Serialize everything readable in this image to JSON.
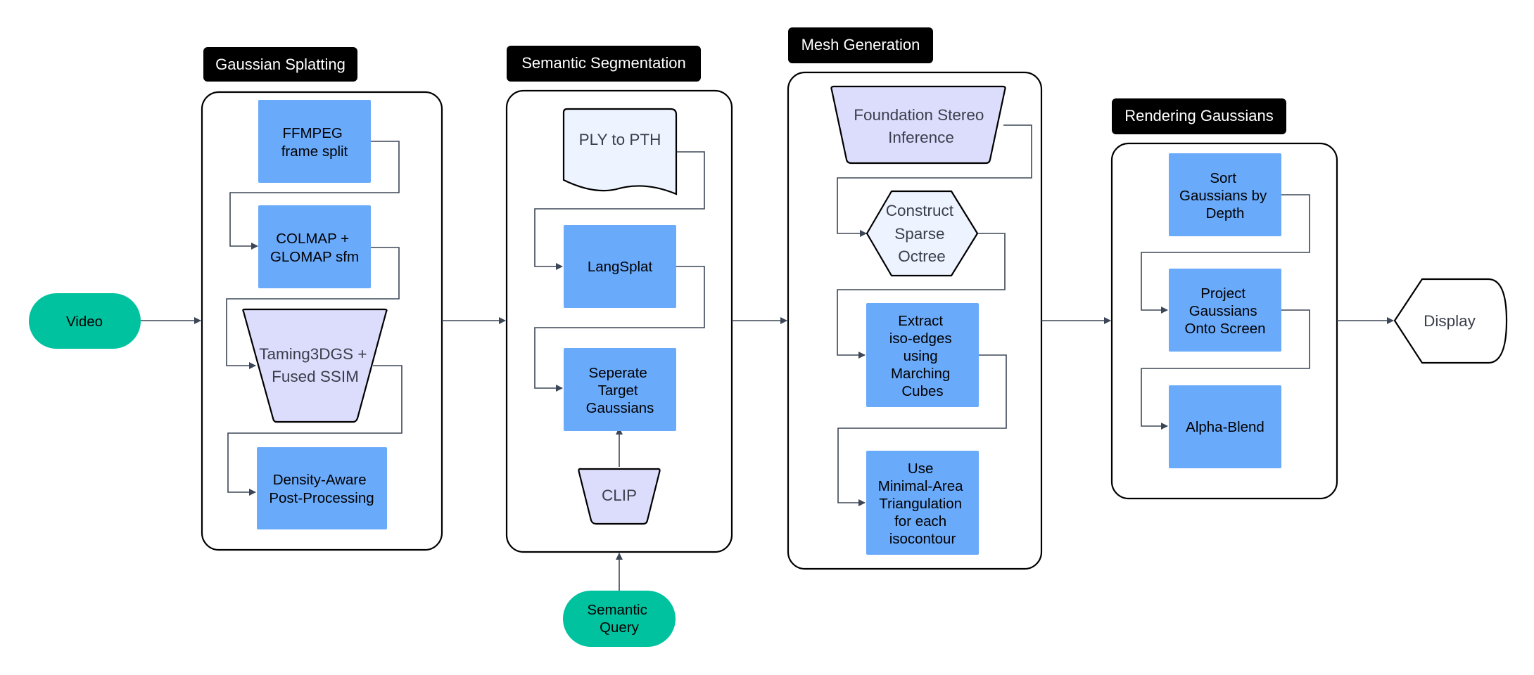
{
  "colors": {
    "blue_box": "#6aaafb",
    "lavender_shape": "#dcdcfc",
    "light_blue_shape": "#edf4ff",
    "teal_terminal": "#00c29f",
    "header_bg": "#000000",
    "edge": "#3c4656"
  },
  "input": {
    "video": "Video",
    "semantic_query": [
      "Semantic",
      "Query"
    ]
  },
  "output": {
    "display": "Display"
  },
  "stages": {
    "gaussian_splatting": {
      "title": "Gaussian Splatting",
      "ffmpeg": [
        "FFMPEG",
        "frame split"
      ],
      "colmap": [
        "COLMAP +",
        "GLOMAP sfm"
      ],
      "taming": [
        "Taming3DGS +",
        "Fused SSIM"
      ],
      "density": [
        "Density-Aware",
        "Post-Processing"
      ]
    },
    "semantic_segmentation": {
      "title": "Semantic Segmentation",
      "ply": [
        "PLY to PTH"
      ],
      "langsplat": [
        "LangSplat"
      ],
      "separate": [
        "Seperate",
        "Target",
        "Gaussians"
      ],
      "clip": [
        "CLIP"
      ]
    },
    "mesh_generation": {
      "title": "Mesh Generation",
      "stereo": [
        "Foundation Stereo",
        "Inference"
      ],
      "octree": [
        "Construct",
        "Sparse",
        "Octree"
      ],
      "iso_edges": [
        "Extract",
        "iso-edges",
        "using",
        "Marching",
        "Cubes"
      ],
      "triangulation": [
        "Use",
        "Minimal-Area",
        "Triangulation",
        "for each",
        "isocontour"
      ]
    },
    "rendering_gaussians": {
      "title": "Rendering Gaussians",
      "sort": [
        "Sort",
        "Gaussians by",
        "Depth"
      ],
      "project": [
        "Project",
        "Gaussians",
        "Onto Screen"
      ],
      "blend": [
        "Alpha-Blend"
      ]
    }
  }
}
